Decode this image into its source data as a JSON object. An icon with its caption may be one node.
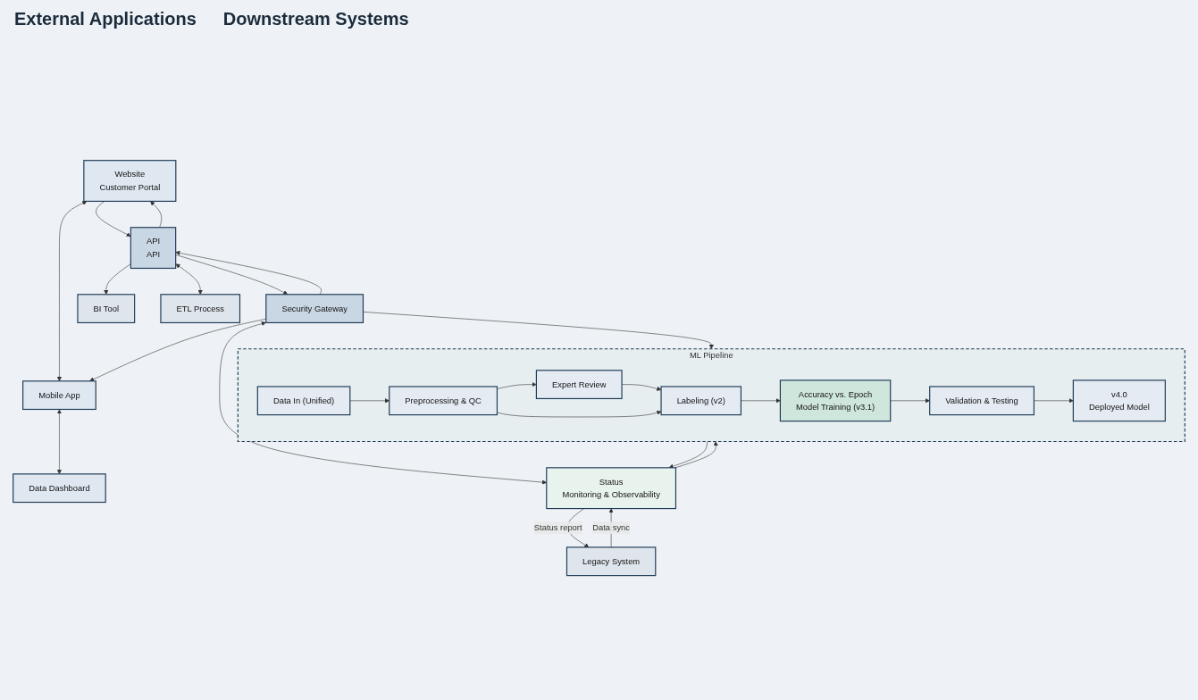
{
  "diagram": {
    "nodes": [
      {
        "text": [
          "Website",
          "Customer Portal"
        ]
      },
      {
        "text": [
          "Mobile App"
        ]
      },
      {
        "text": [
          "Data Dashboard"
        ]
      },
      {
        "text": [
          "API",
          "API"
        ]
      },
      {
        "text": [
          "Security Gateway"
        ]
      },
      {
        "text": [
          "ML Pipeline"
        ]
      },
      {
        "text": [
          "Data In (Unified)"
        ],
        "in": 5
      },
      {
        "text": [
          "Preprocessing & QC"
        ],
        "in": 5
      },
      {
        "text": [
          "Expert Review"
        ],
        "in": 5
      },
      {
        "text": [
          "Labeling (v2)"
        ],
        "in": 5
      },
      {
        "text": [
          "Accuracy vs. Epoch",
          "Model Training (v3.1)"
        ],
        "in": 5
      },
      {
        "text": [
          "Validation & Testing"
        ],
        "in": 5
      },
      {
        "text": [
          "v4.0",
          "Deployed Model"
        ],
        "in": 5
      },
      {
        "text": [
          "BI Tool"
        ]
      },
      {
        "text": [
          "ETL Process"
        ]
      },
      {
        "text": [
          "Legacy System"
        ]
      },
      {
        "text": [
          "Status",
          "Monitoring & Observability"
        ]
      }
    ],
    "edges": [
      {
        "from": 0,
        "to": 1,
        "arrow": "both"
      },
      {
        "from": 1,
        "to": 2,
        "arrow": "both"
      },
      {
        "from": 3,
        "to": 0,
        "arrow": "to"
      },
      {
        "from": 0,
        "to": 3,
        "arrow": "to"
      },
      {
        "from": 4,
        "to": 1,
        "arrow": "to"
      },
      {
        "from": 3,
        "to": 4,
        "arrow": "to"
      },
      {
        "from": 4,
        "to": 3,
        "arrow": "to"
      },
      {
        "from": 4,
        "to": 5,
        "arrow": "to"
      },
      {
        "from": 6,
        "to": 7,
        "arrow": "to"
      },
      {
        "from": 7,
        "to": 8,
        "arrow": "to"
      },
      {
        "from": 8,
        "to": 9,
        "arrow": "to"
      },
      {
        "from": 7,
        "to": 9,
        "arrow": "to"
      },
      {
        "from": 9,
        "to": 10,
        "arrow": "to"
      },
      {
        "from": 10,
        "to": 11,
        "arrow": "to"
      },
      {
        "from": 11,
        "to": 12,
        "arrow": "to"
      },
      {
        "from": 3,
        "to": 13,
        "arrow": "to"
      },
      {
        "from": 3,
        "to": 14,
        "arrow": "both"
      },
      {
        "from": 4,
        "to": 16,
        "arrow": "both"
      },
      {
        "from": 16,
        "to": 5,
        "arrow": "to"
      },
      {
        "from": 15,
        "to": 16,
        "label": "Data sync",
        "arrow": "to"
      },
      {
        "from": 16,
        "to": 15,
        "label": "Status report",
        "arrow": "to"
      },
      {
        "from": 5,
        "to": 16,
        "arrow": "to"
      }
    ],
    "labels": [
      "External Applications",
      "Downstream Systems"
    ]
  }
}
